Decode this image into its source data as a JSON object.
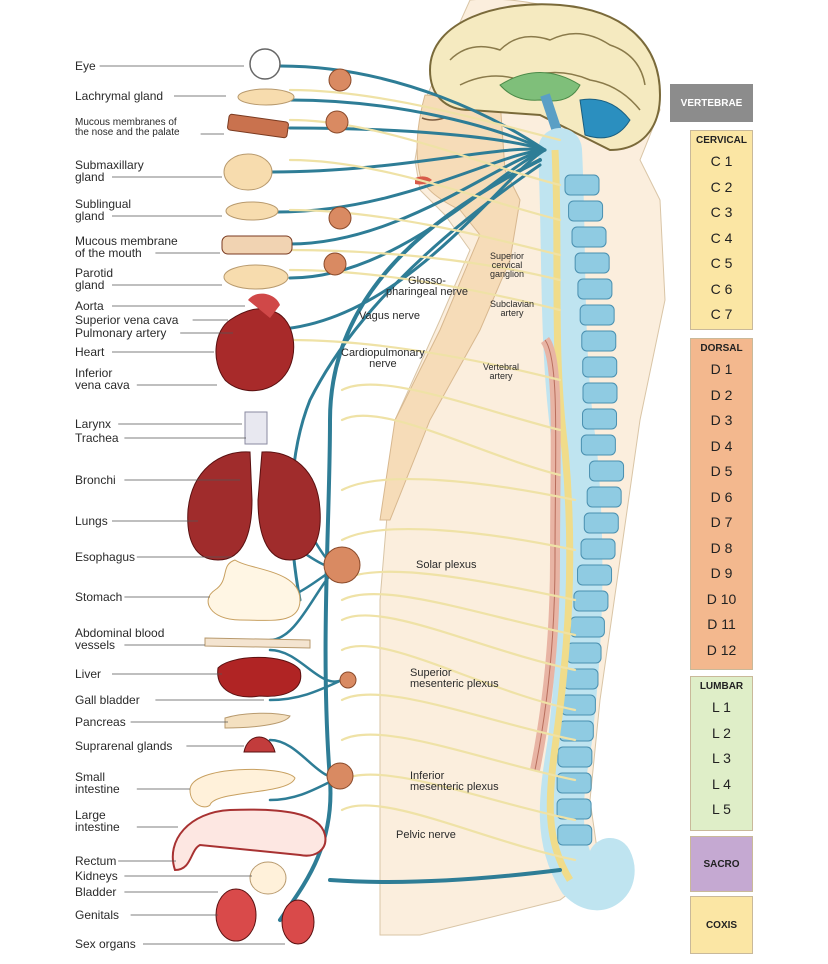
{
  "colors": {
    "cervical": "#fbe6a4",
    "dorsal": "#f3b88e",
    "lumbar": "#dfeec8",
    "sacro": "#c5a9d2",
    "coxis": "#fbe6a4",
    "vertebrae_header": "#8c8c8c",
    "nerve_blue": "#2e7d96",
    "nerve_yellow": "#efe2a6",
    "organ_red": "#a83232",
    "ganglion": "#d98a62",
    "spine_blue": "#9fd3e6",
    "skin": "#f6dcb8"
  },
  "organ_labels": [
    {
      "id": "eye",
      "text": "Eye"
    },
    {
      "id": "lachrymal",
      "text": "Lachrymal gland"
    },
    {
      "id": "mucous-nose",
      "text": "Mucous membranes of\nthe nose and the palate"
    },
    {
      "id": "submaxillary",
      "text": "Submaxillary\ngland"
    },
    {
      "id": "sublingual",
      "text": "Sublingual\ngland"
    },
    {
      "id": "mucous-mouth",
      "text": "Mucous membrane\nof the mouth"
    },
    {
      "id": "parotid",
      "text": "Parotid\ngland"
    },
    {
      "id": "aorta",
      "text": "Aorta"
    },
    {
      "id": "superior-vena-cava",
      "text": "Superior vena cava"
    },
    {
      "id": "pulmonary-artery",
      "text": "Pulmonary artery"
    },
    {
      "id": "heart",
      "text": "Heart"
    },
    {
      "id": "inferior-vena-cava",
      "text": "Inferior\nvena cava"
    },
    {
      "id": "larynx",
      "text": "Larynx"
    },
    {
      "id": "trachea",
      "text": "Trachea"
    },
    {
      "id": "bronchi",
      "text": "Bronchi"
    },
    {
      "id": "lungs",
      "text": "Lungs"
    },
    {
      "id": "esophagus",
      "text": "Esophagus"
    },
    {
      "id": "stomach",
      "text": "Stomach"
    },
    {
      "id": "abdominal-vessels",
      "text": "Abdominal blood\nvessels"
    },
    {
      "id": "liver",
      "text": "Liver"
    },
    {
      "id": "gall-bladder",
      "text": "Gall bladder"
    },
    {
      "id": "pancreas",
      "text": "Pancreas"
    },
    {
      "id": "suprarenal",
      "text": "Suprarenal glands"
    },
    {
      "id": "small-intestine",
      "text": "Small\nintestine"
    },
    {
      "id": "large-intestine",
      "text": "Large\nintestine"
    },
    {
      "id": "rectum",
      "text": "Rectum"
    },
    {
      "id": "kidneys",
      "text": "Kidneys"
    },
    {
      "id": "bladder",
      "text": "Bladder"
    },
    {
      "id": "genitals",
      "text": "Genitals"
    },
    {
      "id": "sex-organs",
      "text": "Sex organs"
    }
  ],
  "nerve_labels": {
    "glossopharyngeal": "Glosso-\npharingeal nerve",
    "vagus": "Vagus nerve",
    "cardiopulmonary": "Cardiopulmonary\nnerve",
    "superior_cervical": "Superior\ncervical\nganglion",
    "subclavian": "Subclavian\nartery",
    "vertebral": "Vertebral\nartery",
    "solar_plexus": "Solar plexus",
    "superior_mesenteric": "Superior\nmesenteric plexus",
    "inferior_mesenteric": "Inferior\nmesenteric plexus",
    "pelvic": "Pelvic nerve"
  },
  "vertebrae": {
    "header": "VERTEBRAE",
    "groups": [
      {
        "id": "cervical",
        "title": "CERVICAL",
        "items": [
          "C 1",
          "C 2",
          "C 3",
          "C 4",
          "C 5",
          "C 6",
          "C 7"
        ]
      },
      {
        "id": "dorsal",
        "title": "DORSAL",
        "items": [
          "D 1",
          "D 2",
          "D 3",
          "D 4",
          "D 5",
          "D 6",
          "D 7",
          "D 8",
          "D 9",
          "D 10",
          "D 11",
          "D 12"
        ]
      },
      {
        "id": "lumbar",
        "title": "LUMBAR",
        "items": [
          "L 1",
          "L 2",
          "L 3",
          "L 4",
          "L 5"
        ]
      },
      {
        "id": "sacro",
        "title": "SACRO",
        "items": []
      },
      {
        "id": "coxis",
        "title": "COXIS",
        "items": []
      }
    ]
  }
}
